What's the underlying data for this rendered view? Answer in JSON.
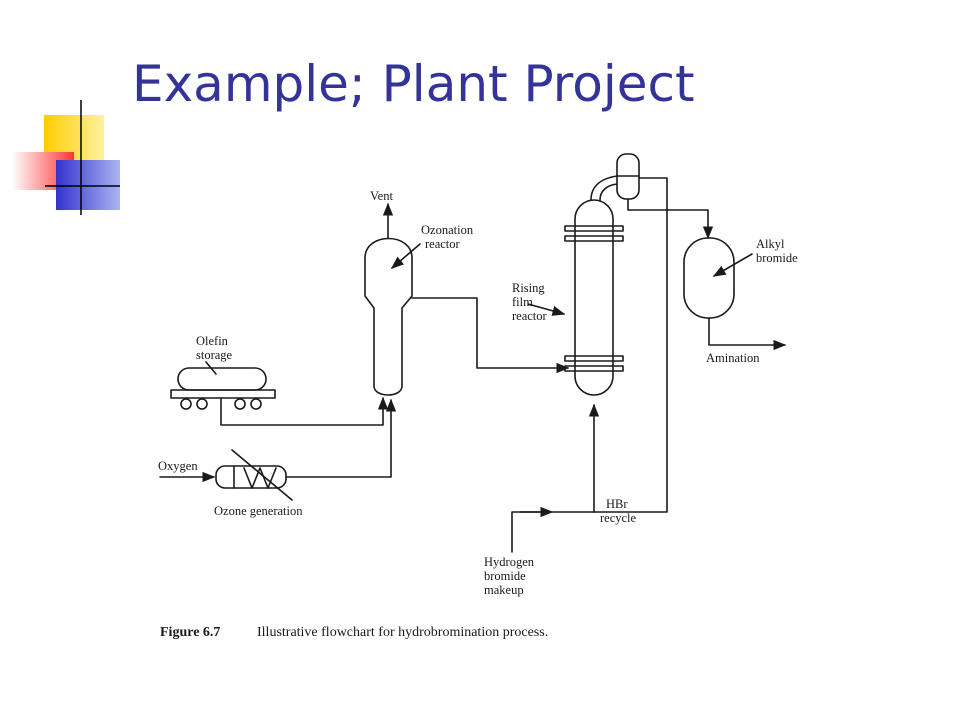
{
  "slide": {
    "title": "Example; Plant Project"
  },
  "diagram": {
    "labels": {
      "vent": "Vent",
      "ozonation_reactor_line1": "Ozonation",
      "ozonation_reactor_line2": "reactor",
      "olefin_storage_line1": "Olefin",
      "olefin_storage_line2": "storage",
      "oxygen": "Oxygen",
      "ozone_generation": "Ozone generation",
      "rising_film_line1": "Rising",
      "rising_film_line2": "film",
      "rising_film_line3": "reactor",
      "alkyl_bromide_line1": "Alkyl",
      "alkyl_bromide_line2": "bromide",
      "amination": "Amination",
      "hbr_recycle_line1": "HBr",
      "hbr_recycle_line2": "recycle",
      "hydrogen_bromide_line1": "Hydrogen",
      "hydrogen_bromide_line2": "bromide",
      "hydrogen_bromide_line3": "makeup"
    },
    "caption": {
      "figure_number": "Figure 6.7",
      "text": "Illustrative flowchart for hydrobromination process."
    }
  }
}
